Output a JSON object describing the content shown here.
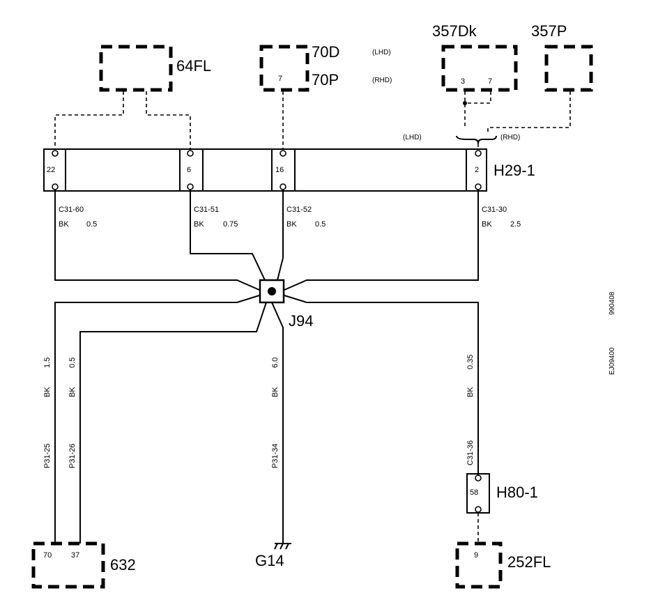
{
  "components": {
    "c64fl": "64FL",
    "c70d": "70D",
    "c70p": "70P",
    "lhd_tag": "(LHD)",
    "rhd_tag": "(RHD)",
    "c357dk": "357Dk",
    "c357p": "357P",
    "h29": "H29-1",
    "j94": "J94",
    "h80": "H80-1",
    "c632": "632",
    "g14": "G14",
    "c252fl": "252FL"
  },
  "pins": {
    "p70_7": "7",
    "p357_3": "3",
    "p357_7": "7",
    "h29_22": "22",
    "h29_6": "6",
    "h29_16": "16",
    "h29_2": "2",
    "h80_58": "58",
    "p632_70": "70",
    "p632_37": "37",
    "p252_9": "9"
  },
  "branch_labels": {
    "lhd": "(LHD)",
    "rhd": "(RHD)"
  },
  "wires": {
    "w1": {
      "id": "C31-60",
      "color": "BK",
      "size": "0.5"
    },
    "w2": {
      "id": "C31-51",
      "color": "BK",
      "size": "0.75"
    },
    "w3": {
      "id": "C31-52",
      "color": "BK",
      "size": "0.5"
    },
    "w4": {
      "id": "C31-30",
      "color": "BK",
      "size": "2.5"
    },
    "w5": {
      "id": "P31-25",
      "color": "BK",
      "size": "1.5"
    },
    "w6": {
      "id": "P31-26",
      "color": "BK",
      "size": "0.5"
    },
    "w7": {
      "id": "P31-34",
      "color": "BK",
      "size": "6.0"
    },
    "w8": {
      "id": "C31-36",
      "color": "BK",
      "size": "0.35"
    }
  },
  "margin": {
    "date": "990408",
    "code": "EJ09400"
  }
}
